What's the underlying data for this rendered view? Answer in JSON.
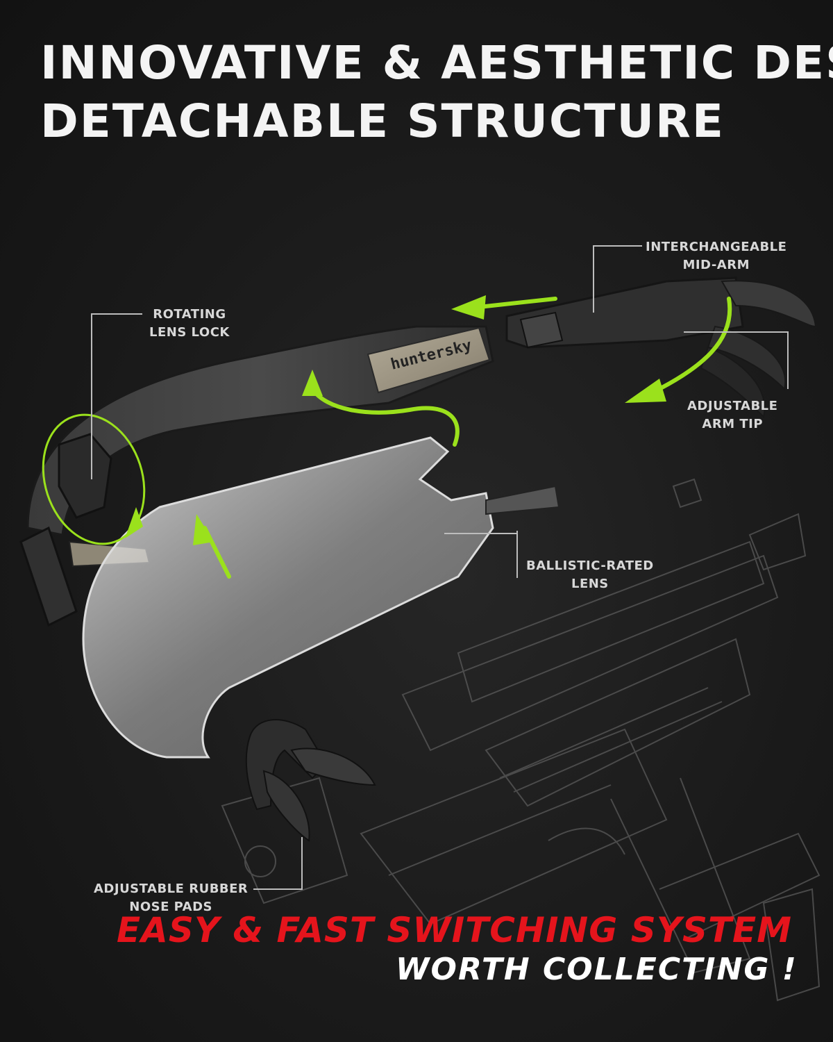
{
  "headline": {
    "line1": "INNOVATIVE & AESTHETIC DESIGN",
    "line2": "DETACHABLE STRUCTURE"
  },
  "brand": "huntersky",
  "callouts": {
    "mid_arm": {
      "line1": "INTERCHANGEABLE",
      "line2": "MID-ARM"
    },
    "lens_lock": {
      "line1": "ROTATING",
      "line2": "LENS LOCK"
    },
    "arm_tip": {
      "line1": "ADJUSTABLE",
      "line2": "ARM TIP"
    },
    "lens": {
      "line1": "BALLISTIC-RATED",
      "line2": "LENS"
    },
    "nose_pads": {
      "line1": "ADJUSTABLE RUBBER",
      "line2": "NOSE PADS"
    }
  },
  "tagline": {
    "line1": "EASY & FAST SWITCHING SYSTEM",
    "line2": "WORTH COLLECTING !"
  },
  "colors": {
    "background": "#171717",
    "accent_arrow": "#9be11c",
    "tagline_red": "#e5141c",
    "text_light": "#f4f4f4"
  }
}
